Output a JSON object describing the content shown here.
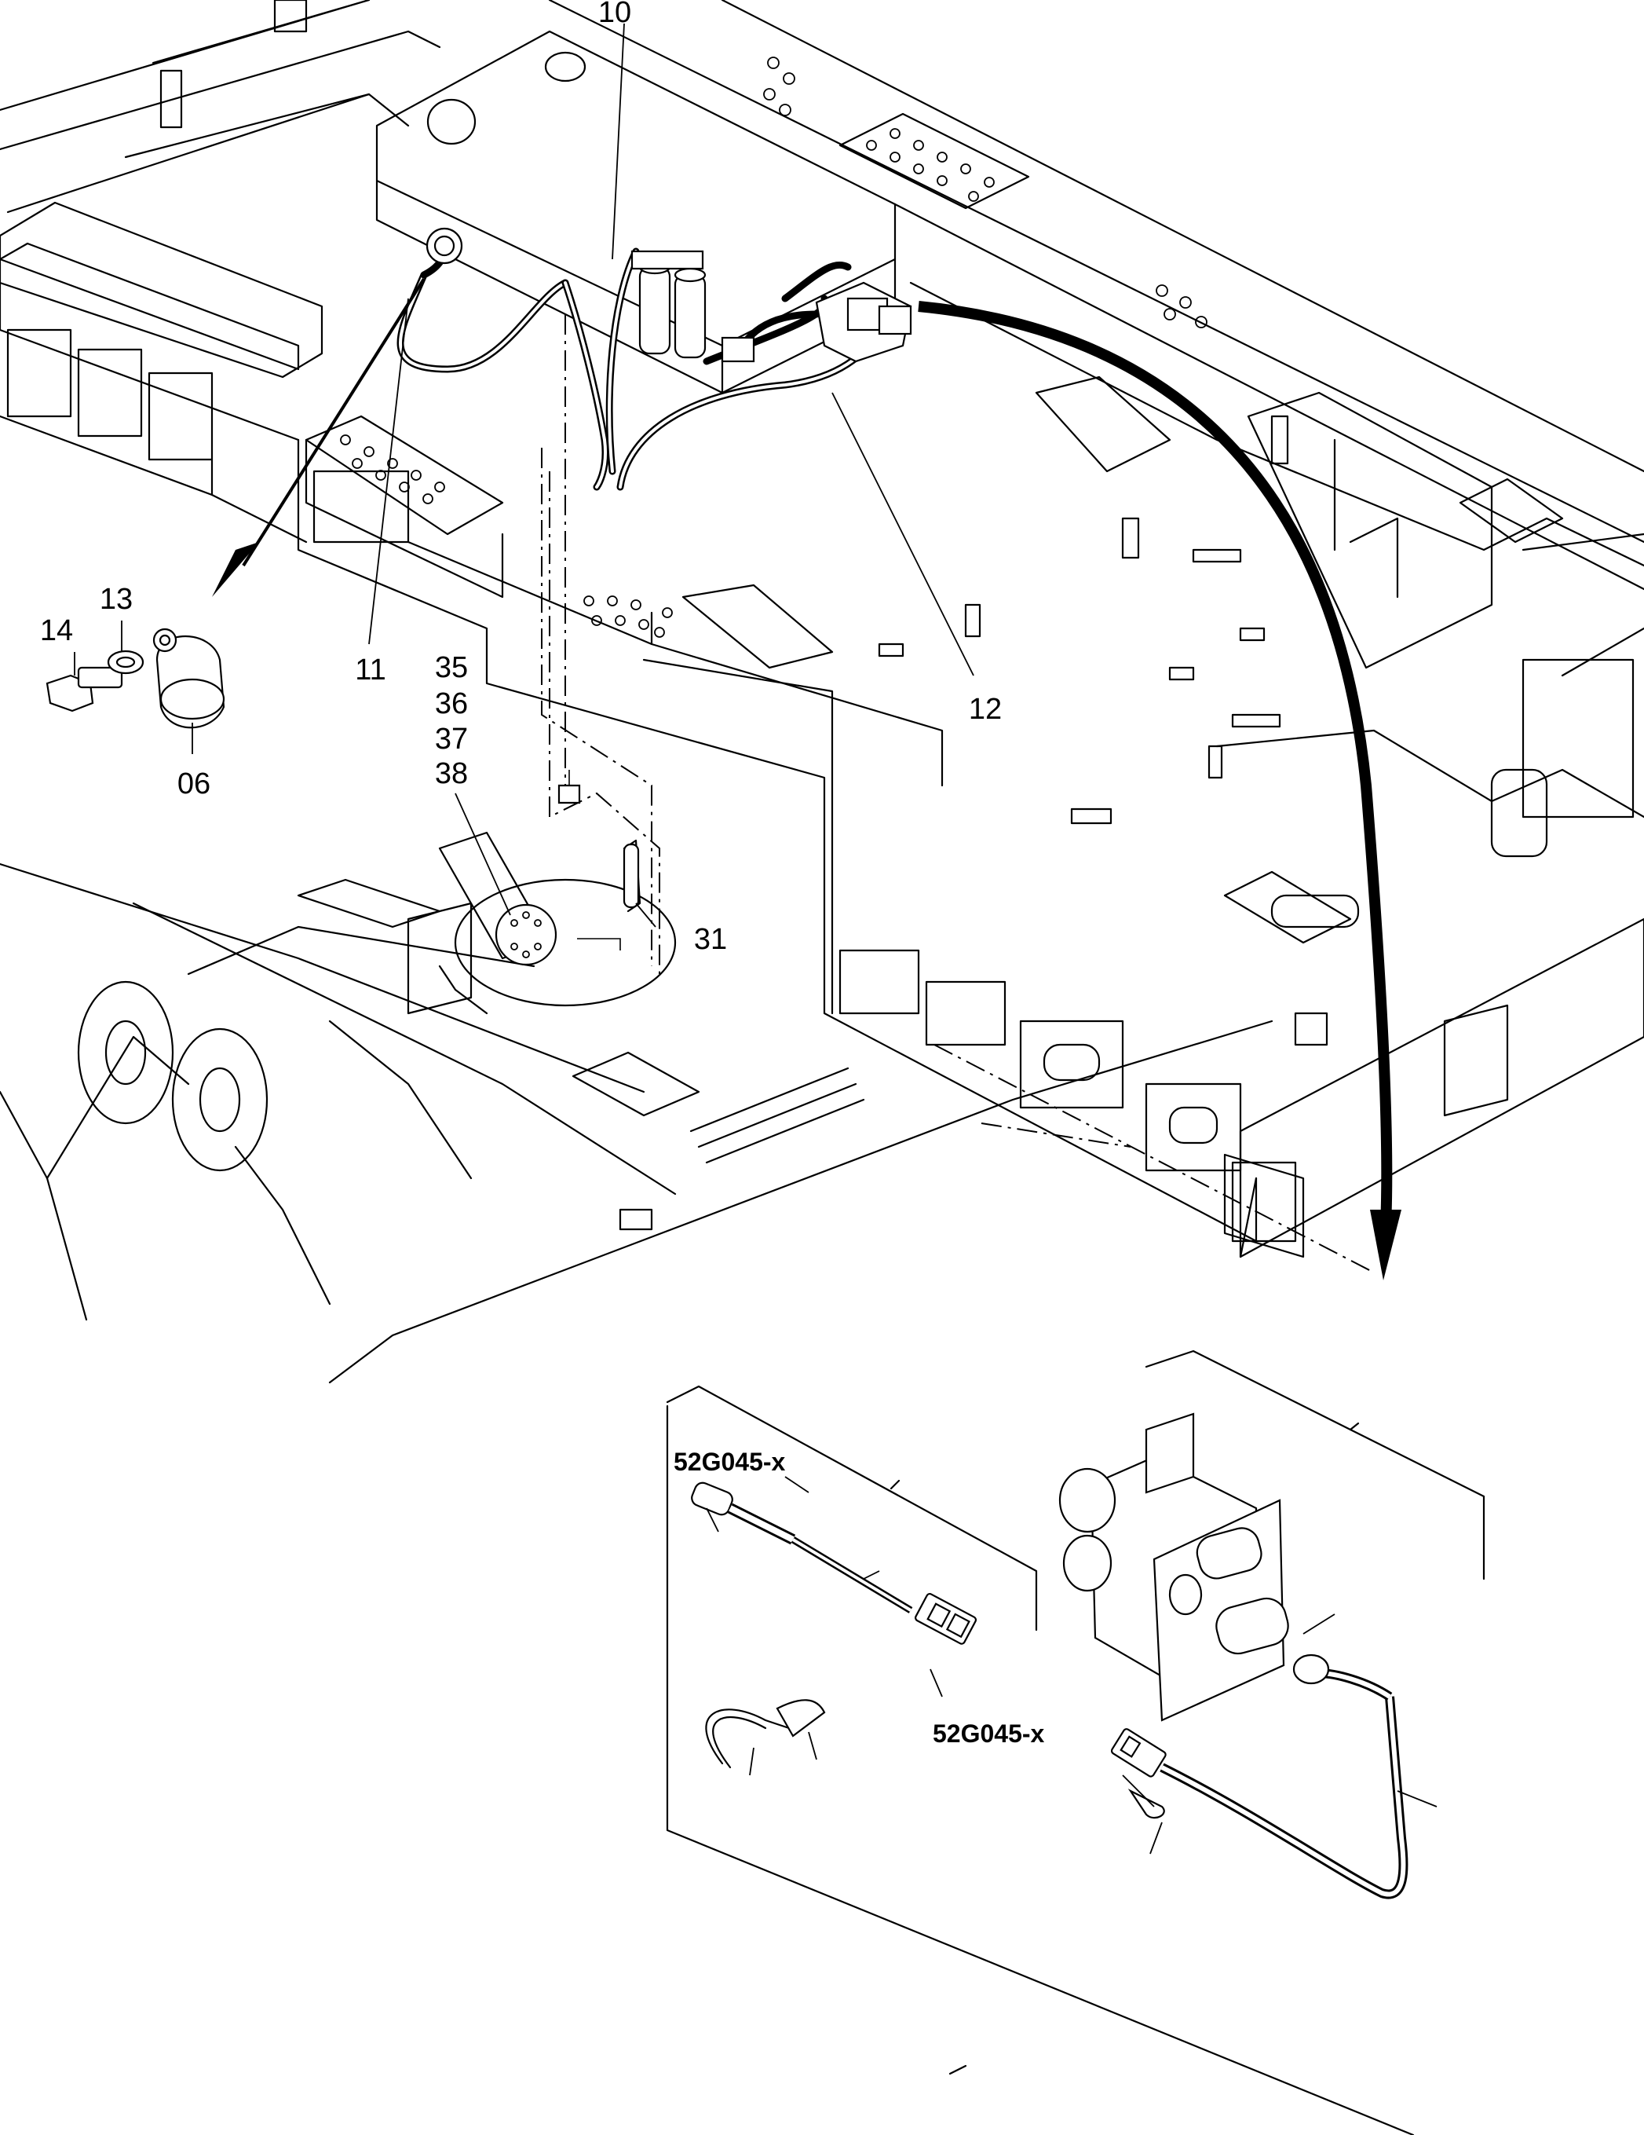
{
  "callouts": {
    "c10": "10",
    "c11": "11",
    "c12": "12",
    "c13": "13",
    "c14": "14",
    "c06": "06",
    "c31": "31",
    "c35": "35",
    "c36": "36",
    "c37": "37",
    "c38": "38",
    "harness_a": "52G045-x",
    "harness_b": "52G045-x"
  }
}
